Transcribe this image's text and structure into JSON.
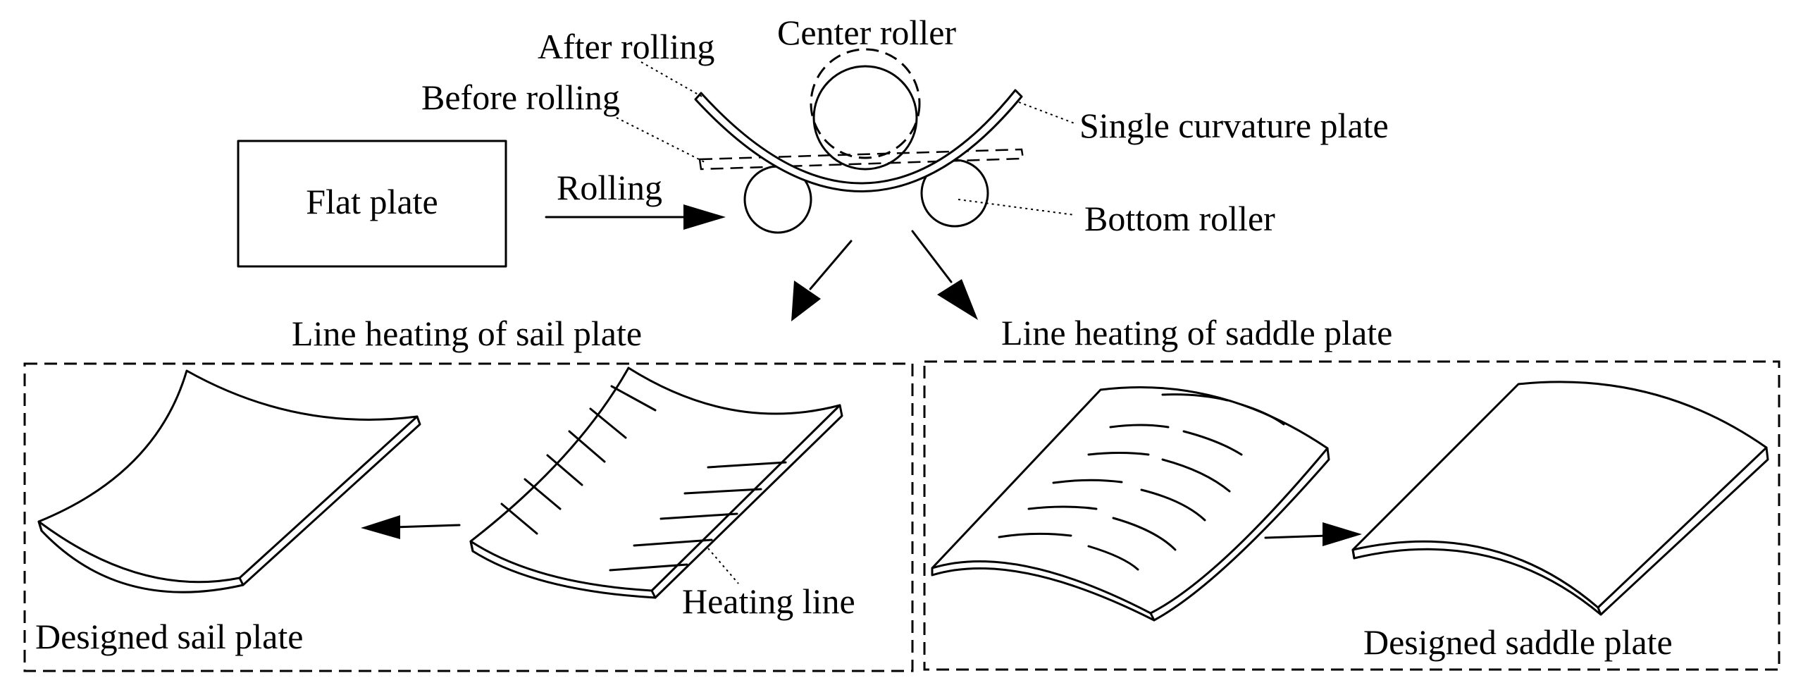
{
  "labels": {
    "after_rolling": "After rolling",
    "center_roller": "Center roller",
    "before_rolling": "Before rolling",
    "single_curvature_plate": "Single curvature plate",
    "flat_plate": "Flat plate",
    "rolling": "Rolling",
    "bottom_roller": "Bottom roller",
    "line_heating_sail": "Line heating of sail plate",
    "line_heating_saddle": "Line heating of saddle plate",
    "heating_line": "Heating line",
    "designed_sail": "Designed sail plate",
    "designed_saddle": "Designed saddle plate"
  }
}
